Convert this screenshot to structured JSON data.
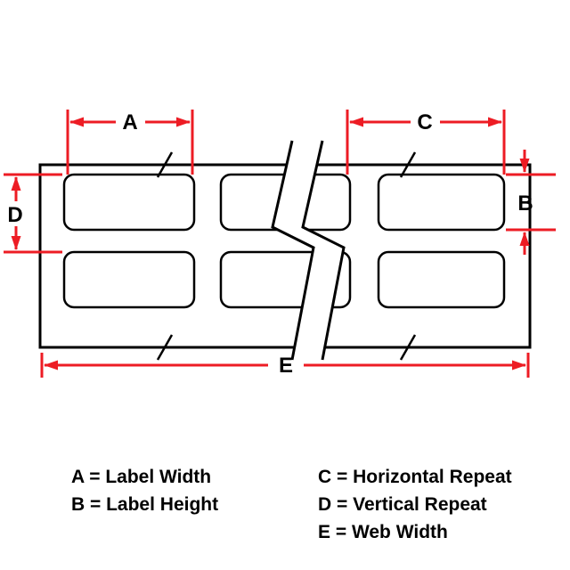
{
  "colors": {
    "dimension_red": "#ed1c24",
    "line_black": "#000000",
    "background": "#ffffff"
  },
  "dimension_letters": {
    "a": "A",
    "b": "B",
    "c": "C",
    "d": "D",
    "e": "E"
  },
  "legend": {
    "left": [
      {
        "text": "A = Label Width"
      },
      {
        "text": "B = Label Height"
      }
    ],
    "right": [
      {
        "text": "C = Horizontal Repeat"
      },
      {
        "text": "D = Vertical Repeat"
      },
      {
        "text": "E = Web Width"
      }
    ]
  }
}
